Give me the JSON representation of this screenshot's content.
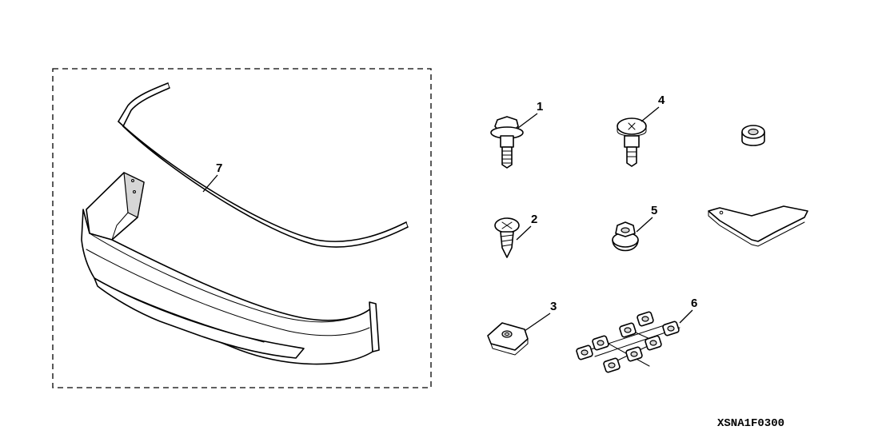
{
  "diagram": {
    "callouts": {
      "p1": "1",
      "p2": "2",
      "p3": "3",
      "p4": "4",
      "p5": "5",
      "p6": "6",
      "p7": "7"
    },
    "drawing_code": "XSNA1F0300"
  }
}
